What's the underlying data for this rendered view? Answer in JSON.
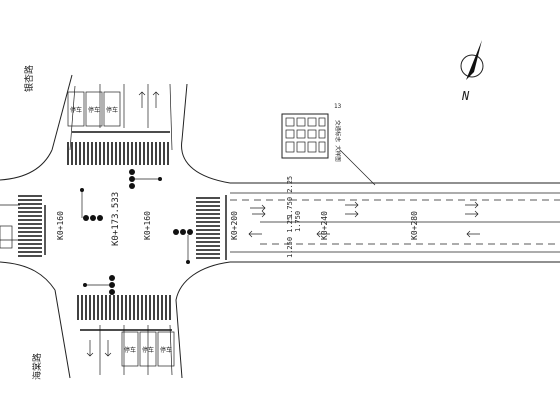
{
  "north": {
    "label": "N"
  },
  "labels": {
    "top_road": "银杏路",
    "bottom_road": "海棠路",
    "station_main": "K0+173.533",
    "station_left": "K0+160",
    "station_vertical": "K0+160",
    "station_200": "K0+200",
    "station_240": "K0+240",
    "station_280": "K0+280",
    "dim_top": "1.750 2.25",
    "dim_bottom": "1.250 1.25",
    "dim_mid": "1.750",
    "sign_number": "13",
    "sign_caption": "交通标志 大样图"
  },
  "stop_lines": {
    "top": [
      "停车",
      "停车",
      "停车"
    ],
    "bottom": [
      "停车",
      "停车",
      "停车"
    ]
  }
}
